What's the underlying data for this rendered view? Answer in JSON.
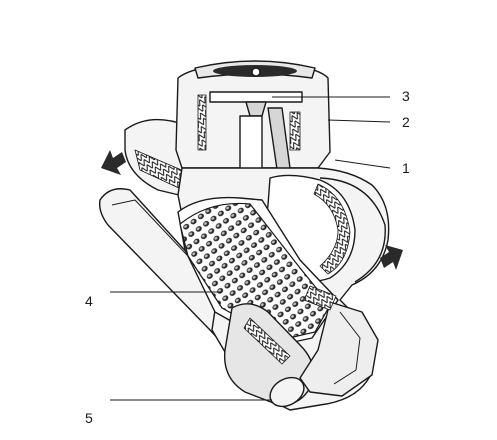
{
  "callouts": [
    {
      "id": "1",
      "label": "1"
    },
    {
      "id": "2",
      "label": "2"
    },
    {
      "id": "3",
      "label": "3"
    },
    {
      "id": "4",
      "label": "4"
    },
    {
      "id": "5",
      "label": "5"
    }
  ],
  "colors": {
    "outline": "#1a1a1a",
    "body_fill": "#f4f4f4",
    "cut_fill": "#ffffff",
    "shade": "#d6d6d6",
    "dark": "#2a2a2a"
  },
  "icons": [
    "flow-arrow-inlet-icon",
    "flow-arrow-outlet-icon"
  ]
}
